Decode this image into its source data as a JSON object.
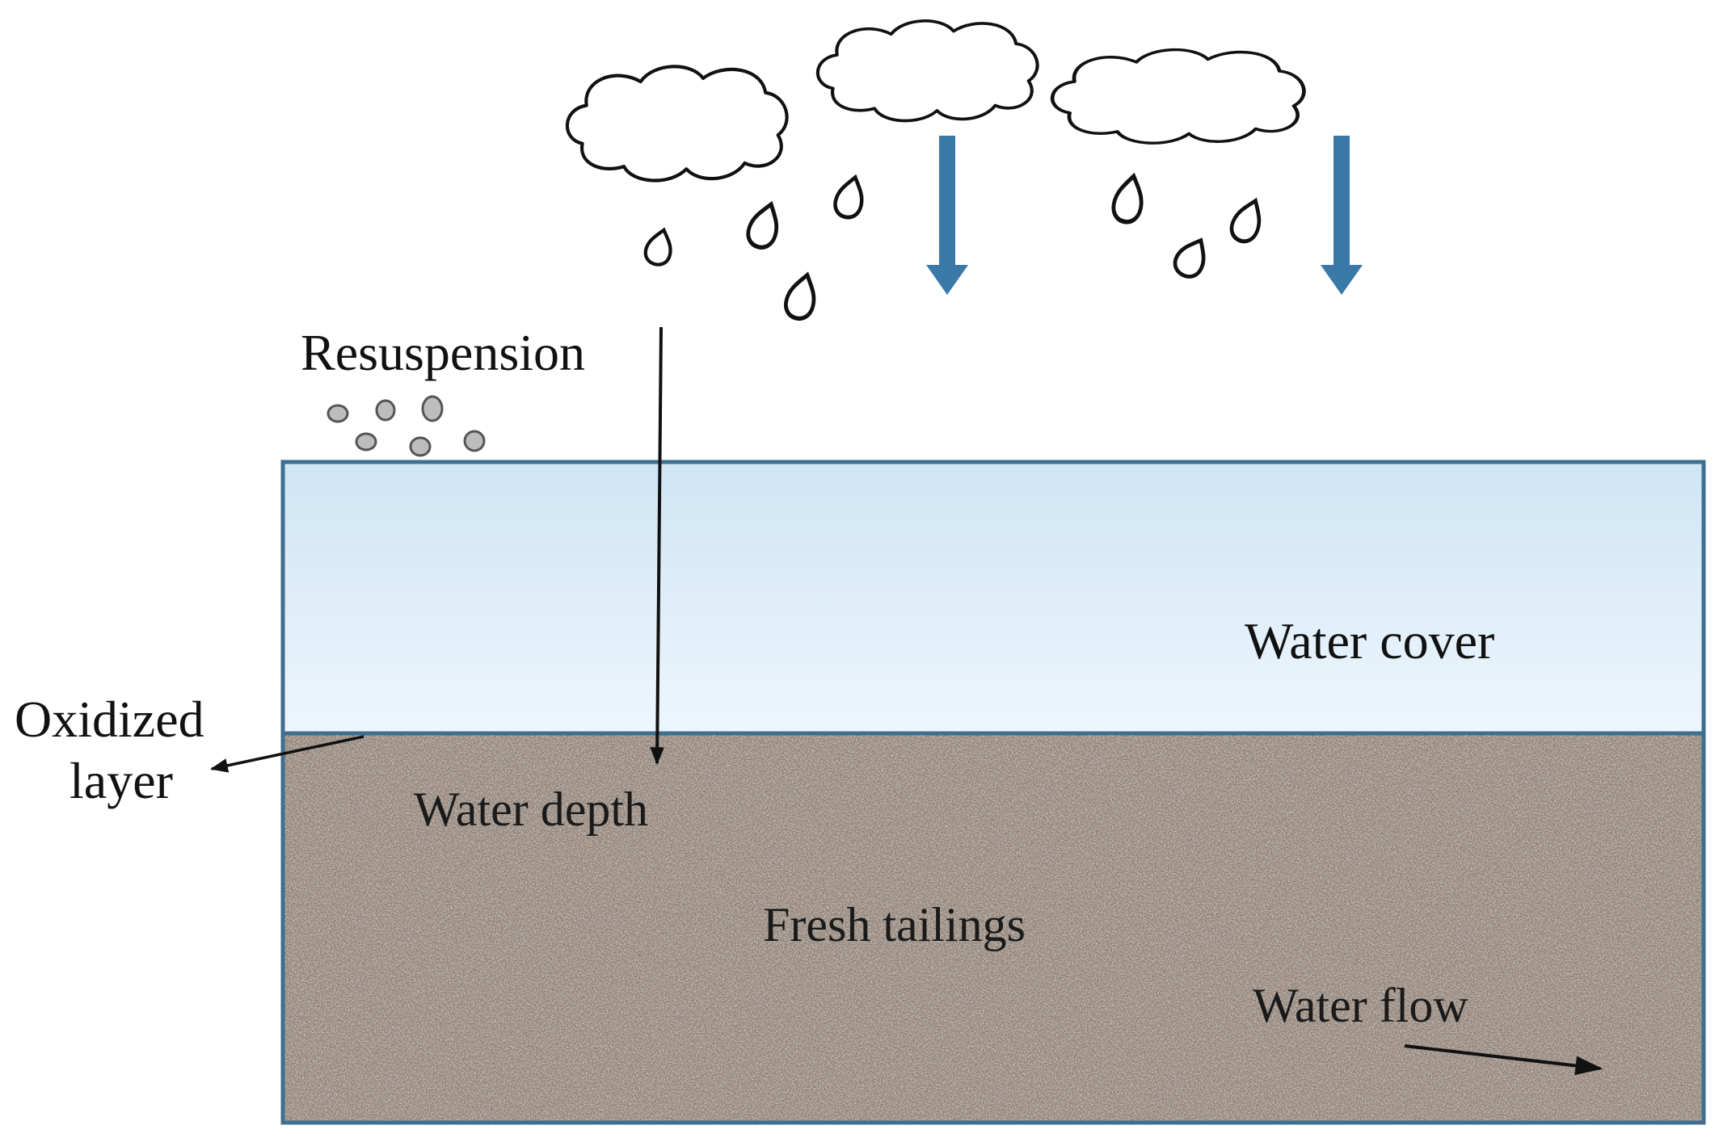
{
  "labels": {
    "resuspension": "Resuspension",
    "water_cover": "Water cover",
    "oxidized_line1": "Oxidized",
    "oxidized_line2": "layer",
    "water_depth": "Water depth",
    "fresh_tailings": "Fresh tailings",
    "water_flow": "Water flow"
  },
  "colors": {
    "water_top": "#cfe5f5",
    "water_bottom": "#eef6fc",
    "box_stroke": "#3f6f8f",
    "tailings_base": "#8e7f73",
    "blue_arrow": "#3a78a8",
    "particle_fill": "#b9b9b9"
  },
  "icons": {
    "clouds": "cloud-icon",
    "raindrops": "raindrop-icon",
    "particles": "particle-icon"
  }
}
